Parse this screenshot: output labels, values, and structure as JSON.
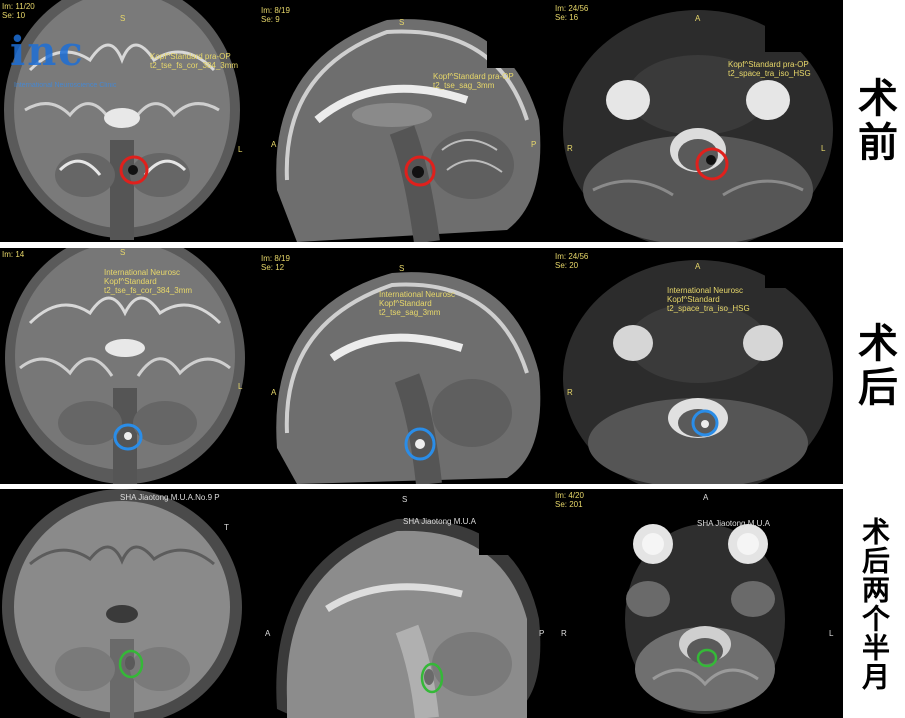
{
  "rows": [
    {
      "label": "术前",
      "marker_color": "#e0201c",
      "panels": [
        {
          "view": "coronal",
          "overlay_tl": "Im: 11/20\nSe: 10",
          "overlay_tr": "Kopf^Standard pra-OP\nt2_tse_fs_cor_384_3mm",
          "orient_top": "S",
          "orient_right": "L"
        },
        {
          "view": "sagittal",
          "overlay_tl": "Im: 8/19\nSe: 9",
          "overlay_tr": "Kopf^Standard pra-OP\nt2_tse_sag_3mm",
          "orient_top": "S",
          "orient_left": "A",
          "orient_right": "P"
        },
        {
          "view": "axial",
          "overlay_tl": "Im: 24/56\nSe: 16",
          "overlay_tr": "Kopf^Standard pra-OP\nt2_space_tra_iso_HSG",
          "orient_top": "A",
          "orient_left": "R",
          "orient_right": "L"
        }
      ]
    },
    {
      "label": "术后",
      "marker_color": "#2a8de8",
      "panels": [
        {
          "view": "coronal",
          "overlay_tl": "Im: 14",
          "overlay_tr": "International Neurosc\nKopf^Standard\nt2_tse_fs_cor_384_3mm",
          "orient_top": "S",
          "orient_right": "L"
        },
        {
          "view": "sagittal",
          "overlay_tl": "Im: 8/19\nSe: 12",
          "overlay_tr": "International Neurosc\nKopf^Standard\nt2_tse_sag_3mm",
          "orient_top": "S",
          "orient_left": "A"
        },
        {
          "view": "axial",
          "overlay_tl": "Im: 24/56\nSe: 20",
          "overlay_tr": "International Neurosc\nKopf^Standard\nt2_space_tra_iso_HSG",
          "orient_top": "A",
          "orient_left": "R"
        }
      ]
    },
    {
      "label": "术后两个半月",
      "marker_color": "#35b838",
      "panels": [
        {
          "view": "coronal",
          "overlay_tl": "",
          "overlay_tr": "SHA Jiaotong M.U.A.No.9 P",
          "orient_top": "",
          "orient_right": "T"
        },
        {
          "view": "sagittal",
          "overlay_tl": "",
          "overlay_tr": "SHA Jiaotong M.U.A",
          "orient_top": "S",
          "orient_left": "A",
          "orient_right": "P"
        },
        {
          "view": "axial",
          "overlay_tl": "Im: 4/20\nSe: 201",
          "overlay_tr": "SHA Jiaotong M.U.A",
          "orient_top": "A",
          "orient_left": "R",
          "orient_right": "L"
        }
      ]
    }
  ],
  "logo": {
    "text": "inc",
    "subtext": "International Neuroscience Clinic"
  }
}
